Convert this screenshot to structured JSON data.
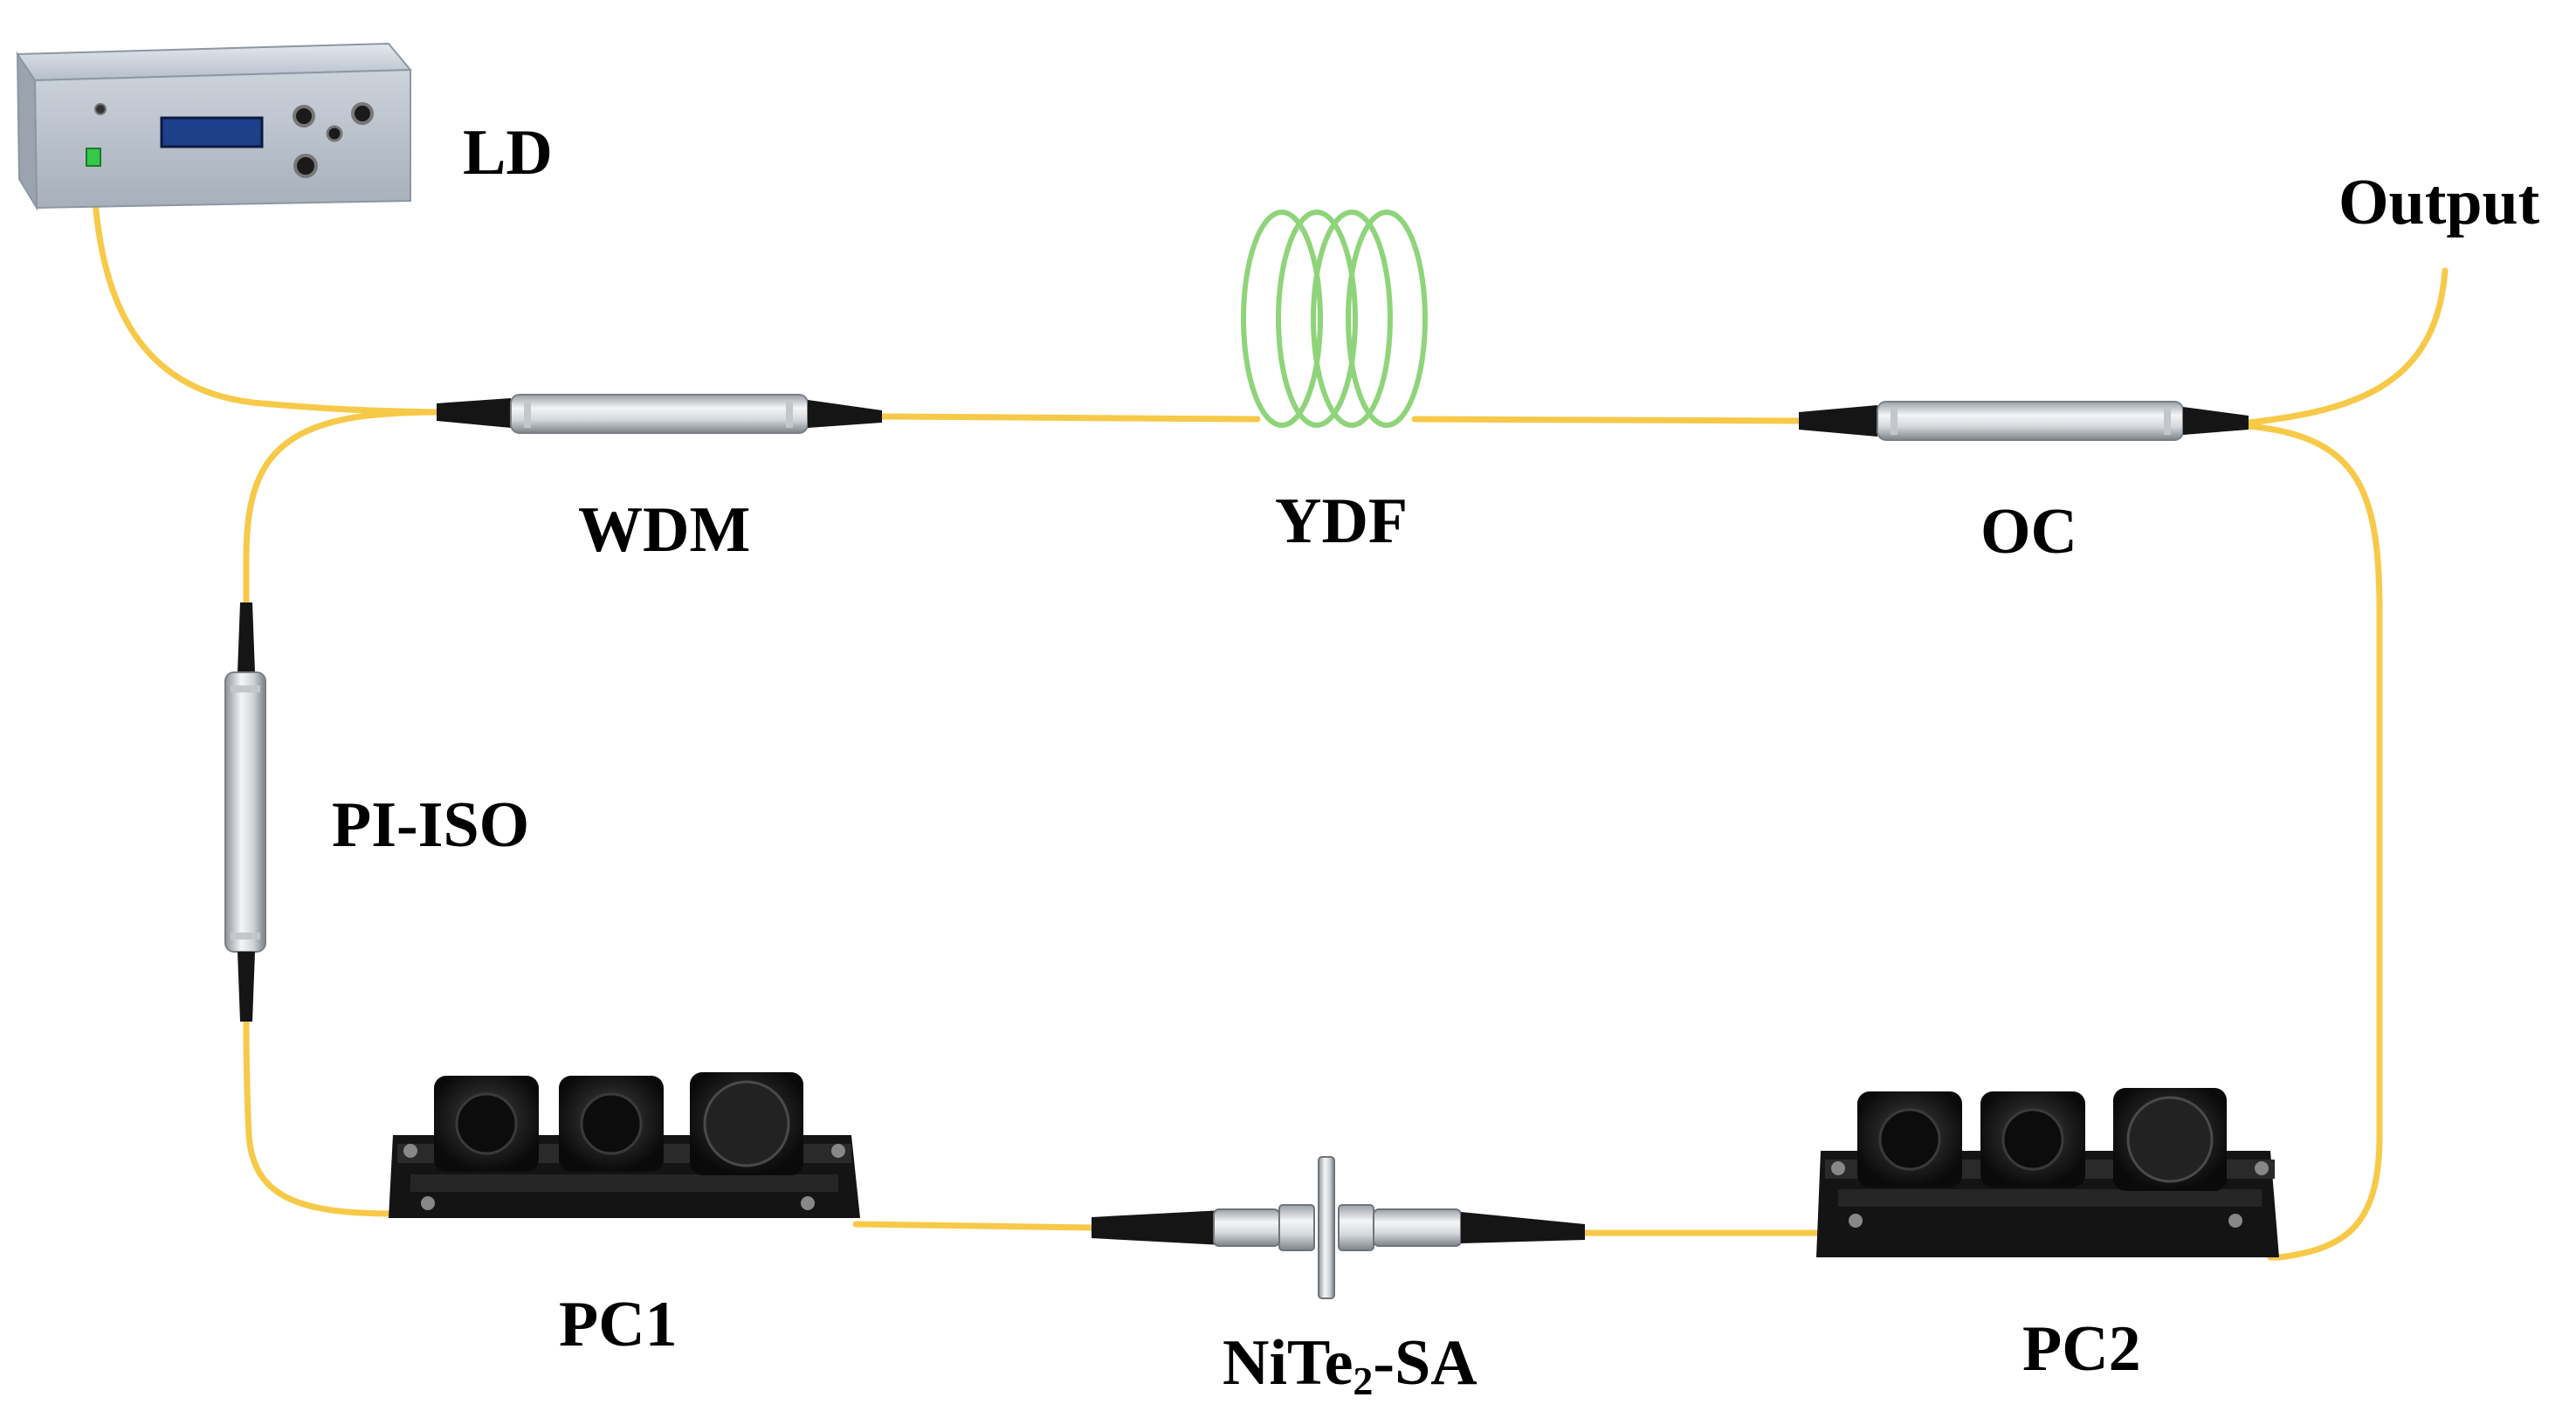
{
  "labels": {
    "ld": "LD",
    "output": "Output",
    "wdm": "WDM",
    "ydf": "YDF",
    "oc": "OC",
    "pi_iso": "PI-ISO",
    "pc1": "PC1",
    "pc2": "PC2",
    "sa": {
      "prefix": "NiTe",
      "subscript": "2",
      "suffix": "-SA"
    }
  },
  "colors": {
    "fiber": "#f7c948",
    "coil": "#8fd47a",
    "metal": "#cfd2d6",
    "black": "#111111",
    "ld_case": "#bfc6d0",
    "ld_display": "#1e3f8a",
    "connector_green": "#35c94a"
  }
}
